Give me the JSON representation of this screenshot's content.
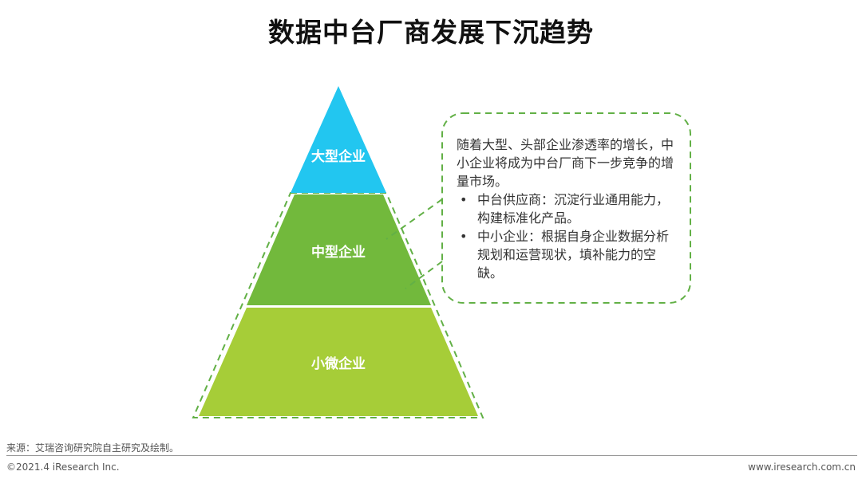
{
  "title": "数据中台厂商发展下沉趋势",
  "pyramid": {
    "top_label": "大型企业",
    "middle_label": "中型企业",
    "bottom_label": "小微企业",
    "colors": {
      "top": "#22c6f0",
      "middle": "#72b93c",
      "bottom": "#a6cd38",
      "outline": "#62b046"
    }
  },
  "callout": {
    "intro": "随着大型、头部企业渗透率的增长，中小企业将成为中台厂商下一步竞争的增量市场。",
    "bullets": [
      "中台供应商：沉淀行业通用能力，构建标准化产品。",
      "中小企业：根据自身企业数据分析规划和运营现状，填补能力的空缺。"
    ]
  },
  "footer": {
    "source": "来源：艾瑞咨询研究院自主研究及绘制。",
    "copyright": "©2021.4 iResearch Inc.",
    "website": "www.iresearch.com.cn"
  }
}
